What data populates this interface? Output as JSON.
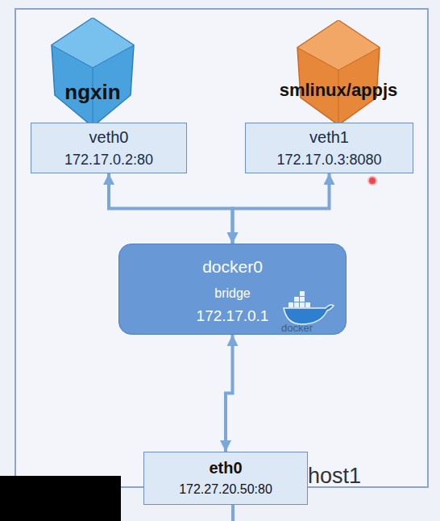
{
  "diagram": {
    "nodes": [
      {
        "text": [
          "host1"
        ]
      },
      {
        "text": [
          "ngxin"
        ],
        "in": 0
      },
      {
        "text": [
          "smlinux/appjs"
        ],
        "in": 0
      },
      {
        "text": [
          "veth0",
          "172.17.0.2:80"
        ],
        "in": 0
      },
      {
        "text": [
          "veth1",
          "172.17.0.3:8080"
        ],
        "in": 0
      },
      {
        "text": [
          "docker0",
          "bridge",
          "172.17.0.1",
          "docker"
        ],
        "in": 0
      },
      {
        "text": [
          "eth0",
          "172.27.20.50:80"
        ],
        "in": 0
      }
    ],
    "edges": [
      {
        "from": 3,
        "to": 5,
        "arrow": "both"
      },
      {
        "from": 4,
        "to": 5,
        "arrow": "both"
      },
      {
        "from": 5,
        "to": 6,
        "arrow": "both"
      }
    ]
  }
}
